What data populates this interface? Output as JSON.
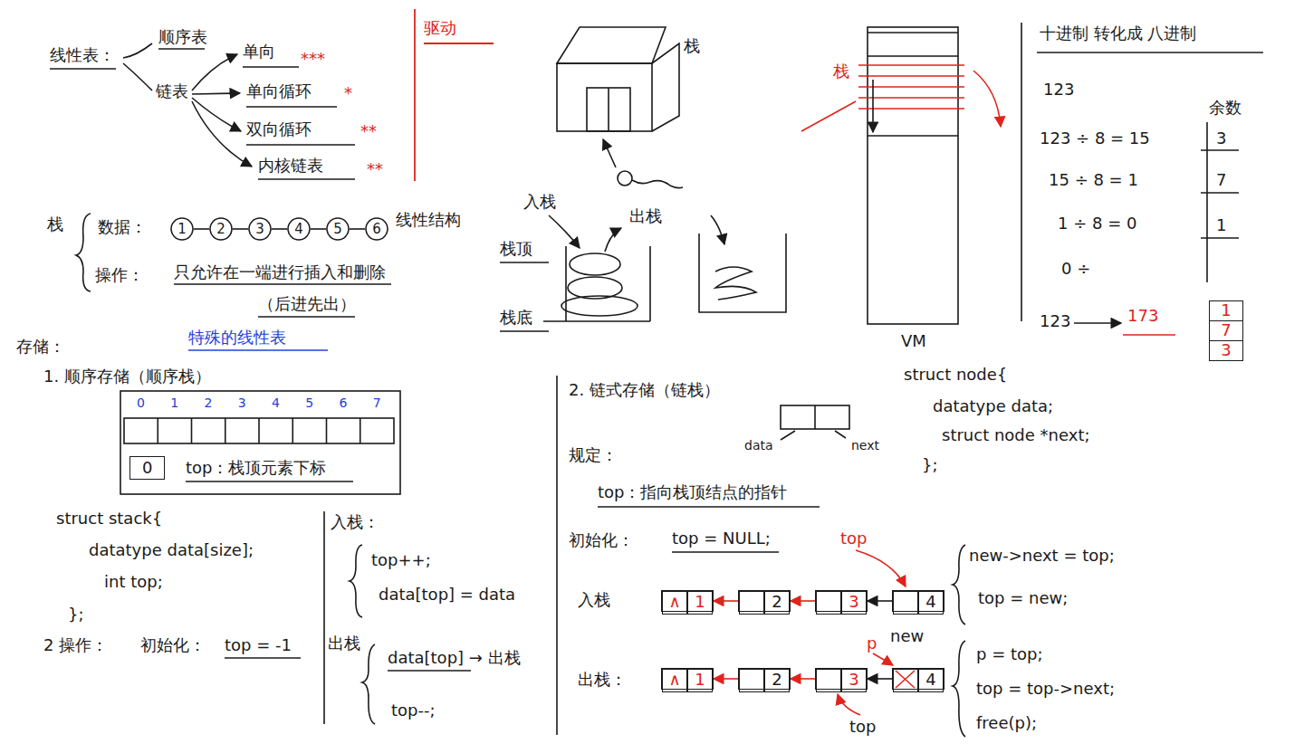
{
  "diagram": {
    "nodes": [
      {
        "text": [
          "1"
        ]
      },
      {
        "text": [
          "2"
        ]
      },
      {
        "text": [
          "3"
        ]
      },
      {
        "text": [
          "4"
        ]
      },
      {
        "text": [
          "5"
        ]
      },
      {
        "text": [
          "6"
        ]
      },
      {
        "text": [
          "1"
        ]
      },
      {
        "text": [
          "7"
        ]
      },
      {
        "text": [
          "3"
        ]
      },
      {
        "text": [
          "0"
        ]
      },
      {
        "text": [
          "∧",
          "1"
        ]
      },
      {
        "text": [
          "2"
        ]
      },
      {
        "text": [
          "3"
        ]
      },
      {
        "text": [
          "4"
        ]
      },
      {
        "text": [
          "∧",
          "1"
        ]
      },
      {
        "text": [
          "2"
        ]
      },
      {
        "text": [
          "3"
        ]
      },
      {
        "text": [
          "4"
        ]
      }
    ],
    "edges": [
      {
        "from": 0,
        "to": 1,
        "arrow": "none"
      },
      {
        "from": 1,
        "to": 2,
        "arrow": "none"
      },
      {
        "from": 2,
        "to": 3,
        "arrow": "none"
      },
      {
        "from": 3,
        "to": 4,
        "arrow": "none"
      },
      {
        "from": 4,
        "to": 5,
        "arrow": "none"
      },
      {
        "from": 11,
        "to": 10,
        "arrow": "to"
      },
      {
        "from": 12,
        "to": 11,
        "arrow": "to"
      },
      {
        "from": 13,
        "to": 12,
        "arrow": "to"
      },
      {
        "from": 15,
        "to": 14,
        "arrow": "to"
      },
      {
        "from": 16,
        "to": 15,
        "arrow": "to"
      },
      {
        "from": 17,
        "to": 16,
        "arrow": "to"
      }
    ],
    "labels": [
      "线性表：",
      "顺序表",
      "链表",
      "单向",
      "***",
      "单向循环",
      "*",
      "双向循环",
      "**",
      "内核链表",
      "**",
      "驱动",
      "栈",
      "入栈",
      "出栈",
      "栈顶",
      "栈底",
      "栈",
      "VM",
      "十进制 转化成 八进制",
      "123",
      "余数",
      "123 ÷ 8 = 15",
      "3",
      "15 ÷ 8 = 1",
      "7",
      "1 ÷ 8 = 0",
      "1",
      "0 ÷",
      "123",
      "173",
      "栈",
      "数据：",
      "线性结构",
      "操作：",
      "只允许在一端进行插入和删除",
      "（后进先出）",
      "特殊的线性表",
      "存储：",
      "1. 顺序存储（顺序栈）",
      "0",
      "1",
      "2",
      "3",
      "4",
      "5",
      "6",
      "7",
      "top：栈顶元素下标",
      "struct stack{",
      "datatype data[size];",
      "int top;",
      "};",
      "2 操作：",
      "初始化：",
      "top = -1",
      "入栈：",
      "top++;",
      "data[top] = data",
      "出栈",
      "data[top] → 出栈",
      "top--;",
      "2. 链式存储（链栈）",
      "data",
      "next",
      "规定：",
      "top：指向栈顶结点的指针",
      "初始化：",
      "top = NULL;",
      "top",
      "入栈",
      "new",
      "new->next = top;",
      "top = new;",
      "出栈：",
      "p",
      "top",
      "p = top;",
      "top = top->next;",
      "free(p);",
      "struct node{",
      "datatype data;",
      "struct node *next;",
      "};"
    ]
  }
}
